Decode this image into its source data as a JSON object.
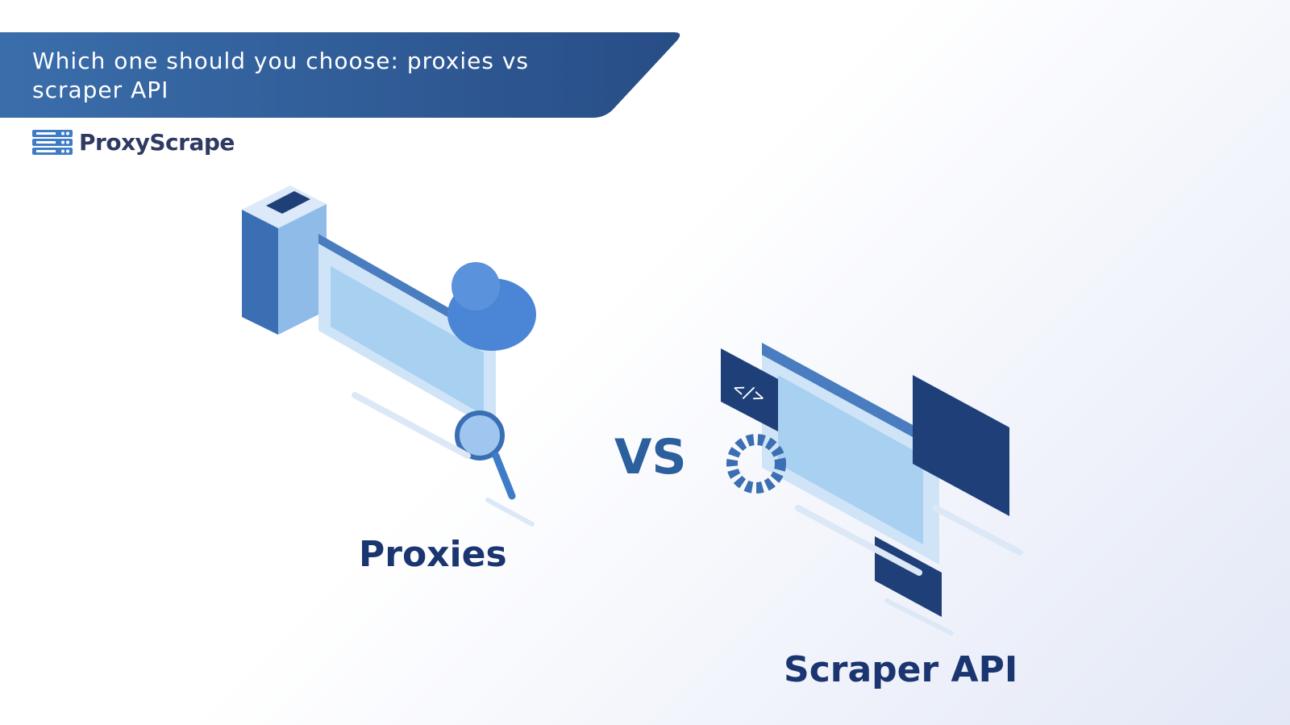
{
  "header": {
    "title": "Which one should you choose: proxies vs scraper API"
  },
  "brand": {
    "name": "ProxyScrape"
  },
  "comparison": {
    "left_label": "Proxies",
    "separator": "VS",
    "right_label": "Scraper API"
  },
  "colors": {
    "banner_start": "#3a6eab",
    "banner_end": "#284d86",
    "dark_blue": "#1a3570",
    "light_blue": "#b3d7f2"
  }
}
